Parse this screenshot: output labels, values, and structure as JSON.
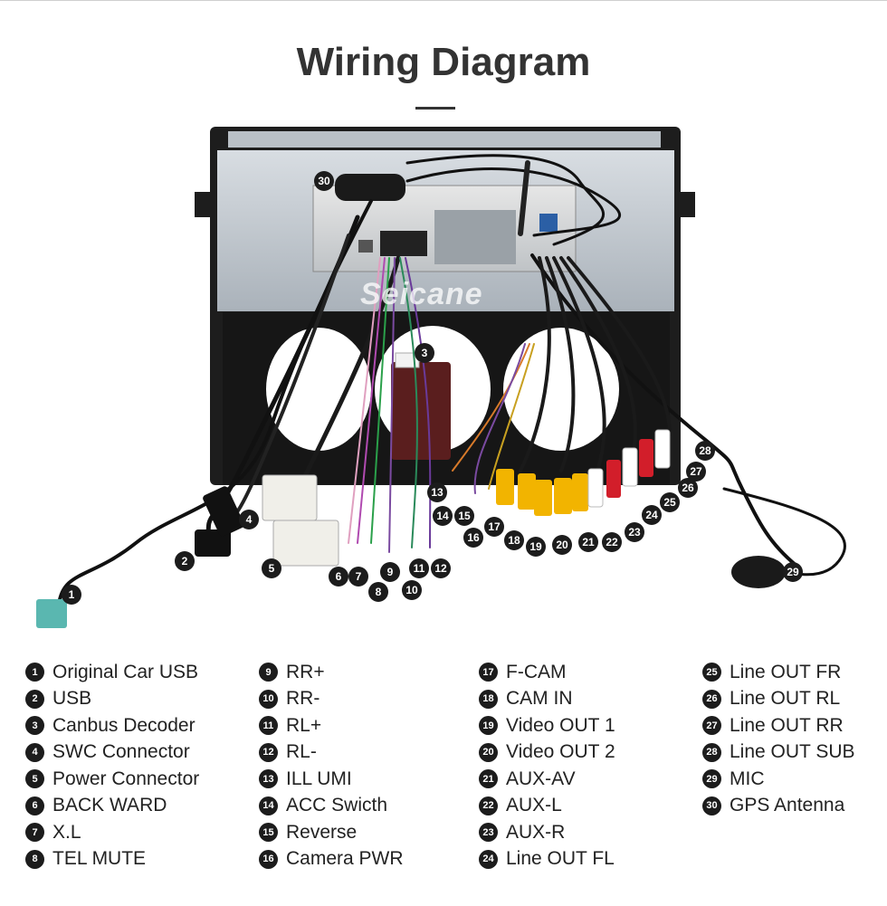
{
  "title": "Wiring Diagram",
  "brand_watermark": "Seicane",
  "callout_numbers": [
    "1",
    "2",
    "3",
    "4",
    "5",
    "6",
    "7",
    "8",
    "9",
    "10",
    "11",
    "12",
    "13",
    "14",
    "15",
    "16",
    "17",
    "18",
    "19",
    "20",
    "21",
    "22",
    "23",
    "24",
    "25",
    "26",
    "27",
    "28",
    "29",
    "30"
  ],
  "legend": {
    "columns": [
      [
        {
          "num": "1",
          "label": "Original Car USB"
        },
        {
          "num": "2",
          "label": "USB"
        },
        {
          "num": "3",
          "label": "Canbus Decoder"
        },
        {
          "num": "4",
          "label": "SWC Connector"
        },
        {
          "num": "5",
          "label": "Power Connector"
        },
        {
          "num": "6",
          "label": "BACK WARD"
        },
        {
          "num": "7",
          "label": "X.L"
        },
        {
          "num": "8",
          "label": "TEL MUTE"
        }
      ],
      [
        {
          "num": "9",
          "label": "RR+"
        },
        {
          "num": "10",
          "label": "RR-"
        },
        {
          "num": "11",
          "label": "RL+"
        },
        {
          "num": "12",
          "label": "RL-"
        },
        {
          "num": "13",
          "label": "ILL UMI"
        },
        {
          "num": "14",
          "label": "ACC Swicth"
        },
        {
          "num": "15",
          "label": "Reverse"
        },
        {
          "num": "16",
          "label": "Camera PWR"
        }
      ],
      [
        {
          "num": "17",
          "label": "F-CAM"
        },
        {
          "num": "18",
          "label": "CAM IN"
        },
        {
          "num": "19",
          "label": "Video OUT 1"
        },
        {
          "num": "20",
          "label": "Video OUT 2"
        },
        {
          "num": "21",
          "label": "AUX-AV"
        },
        {
          "num": "22",
          "label": "AUX-L"
        },
        {
          "num": "23",
          "label": "AUX-R"
        },
        {
          "num": "24",
          "label": "Line OUT FL"
        }
      ],
      [
        {
          "num": "25",
          "label": "Line OUT FR"
        },
        {
          "num": "26",
          "label": "Line OUT RL"
        },
        {
          "num": "27",
          "label": "Line OUT RR"
        },
        {
          "num": "28",
          "label": "Line OUT SUB"
        },
        {
          "num": "29",
          "label": "MIC"
        },
        {
          "num": "30",
          "label": "GPS Antenna"
        }
      ]
    ]
  }
}
